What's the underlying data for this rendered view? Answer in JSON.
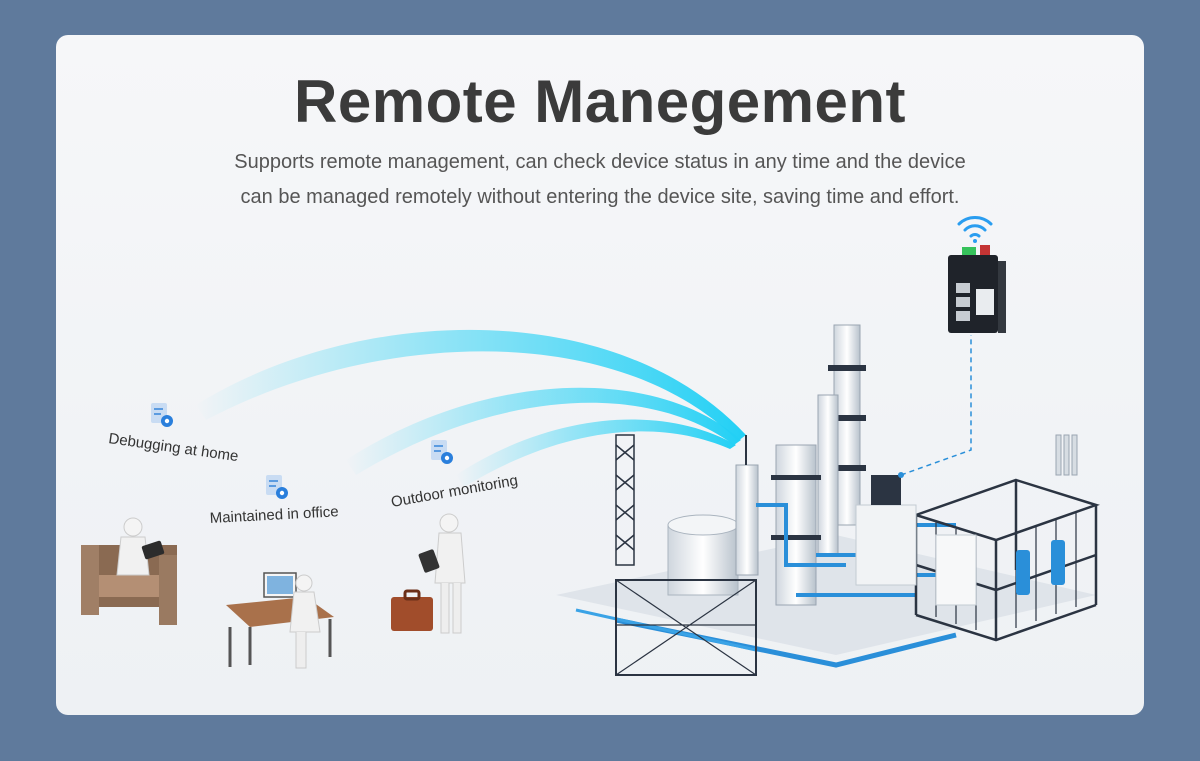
{
  "page": {
    "title": "Remote Manegement",
    "subtitle_line1": "Supports remote management, can check device status in any time and the device",
    "subtitle_line2": "can be managed remotely without entering the device site, saving time and effort."
  },
  "locations": [
    {
      "label": "Debugging at home",
      "icon": "settings-document-icon"
    },
    {
      "label": "Maintained in office",
      "icon": "settings-document-icon"
    },
    {
      "label": "Outdoor monitoring",
      "icon": "settings-document-icon"
    }
  ],
  "colors": {
    "background": "#5f7a9c",
    "card": "#f4f5f7",
    "signal": "#3fd6f5",
    "accent_blue": "#2a8fd9",
    "steel": "#2b3442"
  }
}
